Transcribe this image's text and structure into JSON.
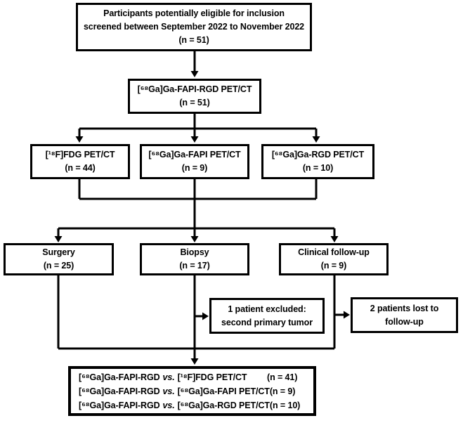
{
  "meta": {
    "background": "#ffffff",
    "ink": "#000000",
    "description": "Participant inclusion flowchart"
  },
  "boxes": {
    "eligibility": {
      "lines": [
        "Participants potentially eligible for inclusion",
        "screened between September 2022 to November 2022",
        "(n = 51)"
      ]
    },
    "fapi_rgd": {
      "lines": [
        "[⁶⁸Ga]Ga-FAPI-RGD PET/CT",
        "(n = 51)"
      ]
    },
    "fdg": {
      "lines": [
        "[¹⁸F]FDG PET/CT",
        "(n = 44)"
      ]
    },
    "fapi": {
      "lines": [
        "[⁶⁸Ga]Ga-FAPI PET/CT",
        "(n = 9)"
      ]
    },
    "rgd": {
      "lines": [
        "[⁶⁸Ga]Ga-RGD PET/CT",
        "(n = 10)"
      ]
    },
    "surgery": {
      "lines": [
        "Surgery",
        "(n = 25)"
      ]
    },
    "biopsy": {
      "lines": [
        "Biopsy",
        "(n = 17)"
      ]
    },
    "clinical_followup": {
      "lines": [
        "Clinical follow-up",
        "(n = 9)"
      ]
    },
    "excluded": {
      "lines": [
        "1 patient excluded:",
        "second primary tumor"
      ]
    },
    "lost_followup": {
      "lines": [
        "2 patients lost to",
        "follow-up"
      ]
    },
    "comparison": {
      "rows": [
        {
          "a": "[⁶⁸Ga]Ga-FAPI-RGD",
          "vs": "vs.",
          "b": "[¹⁸F]FDG PET/CT",
          "n": "(n = 41)"
        },
        {
          "a": "[⁶⁸Ga]Ga-FAPI-RGD",
          "vs": "vs.",
          "b": "[⁶⁸Ga]Ga-FAPI PET/CT",
          "n": "(n = 9)"
        },
        {
          "a": "[⁶⁸Ga]Ga-FAPI-RGD",
          "vs": "vs.",
          "b": "[⁶⁸Ga]Ga-RGD PET/CT",
          "n": "(n = 10)"
        }
      ]
    }
  }
}
